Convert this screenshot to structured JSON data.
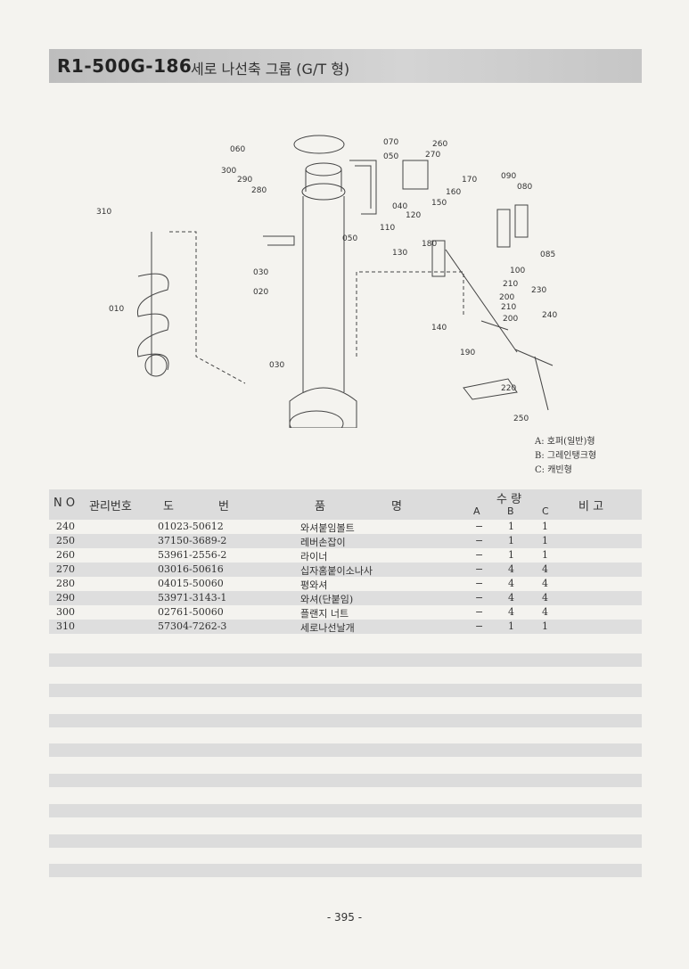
{
  "title": {
    "code": "R1-500G-186",
    "name": "세로 나선축 그룹 (G/T 형)"
  },
  "diagram": {
    "callouts": [
      "060",
      "070",
      "260",
      "270",
      "050",
      "300",
      "290",
      "280",
      "310",
      "040",
      "120",
      "170",
      "090",
      "080",
      "150",
      "160",
      "110",
      "050",
      "180",
      "130",
      "085",
      "100",
      "030",
      "210",
      "020",
      "200",
      "230",
      "010",
      "210",
      "200",
      "240",
      "140",
      "190",
      "030",
      "220",
      "250"
    ]
  },
  "legend": [
    "A: 호퍼(일반)형",
    "B: 그레인탱크형",
    "C: 캐빈형"
  ],
  "table": {
    "headers": {
      "no": "N O",
      "mgmt": "관리번호",
      "drawing_1": "도",
      "drawing_2": "번",
      "name_1": "품",
      "name_2": "명",
      "qty": "수 량",
      "qa": "A",
      "qb": "B",
      "qc": "C",
      "remark": "비 고"
    },
    "rows": [
      {
        "no": "240",
        "drawing": "01023-50612",
        "name": "와셔붙임볼트",
        "a": "−",
        "b": "1",
        "c": "1"
      },
      {
        "no": "250",
        "drawing": "37150-3689-2",
        "name": "레버손잡이",
        "a": "−",
        "b": "1",
        "c": "1"
      },
      {
        "no": "260",
        "drawing": "53961-2556-2",
        "name": "라이너",
        "a": "−",
        "b": "1",
        "c": "1"
      },
      {
        "no": "270",
        "drawing": "03016-50616",
        "name": "십자홈붙이소나사",
        "a": "−",
        "b": "4",
        "c": "4"
      },
      {
        "no": "280",
        "drawing": "04015-50060",
        "name": "평와셔",
        "a": "−",
        "b": "4",
        "c": "4"
      },
      {
        "no": "290",
        "drawing": "53971-3143-1",
        "name": "와셔(단붙임)",
        "a": "−",
        "b": "4",
        "c": "4"
      },
      {
        "no": "300",
        "drawing": "02761-50060",
        "name": "플랜지 너트",
        "a": "−",
        "b": "4",
        "c": "4"
      },
      {
        "no": "310",
        "drawing": "57304-7262-3",
        "name": "세로나선날개",
        "a": "−",
        "b": "1",
        "c": "1"
      }
    ]
  },
  "page_number": "- 395 -"
}
